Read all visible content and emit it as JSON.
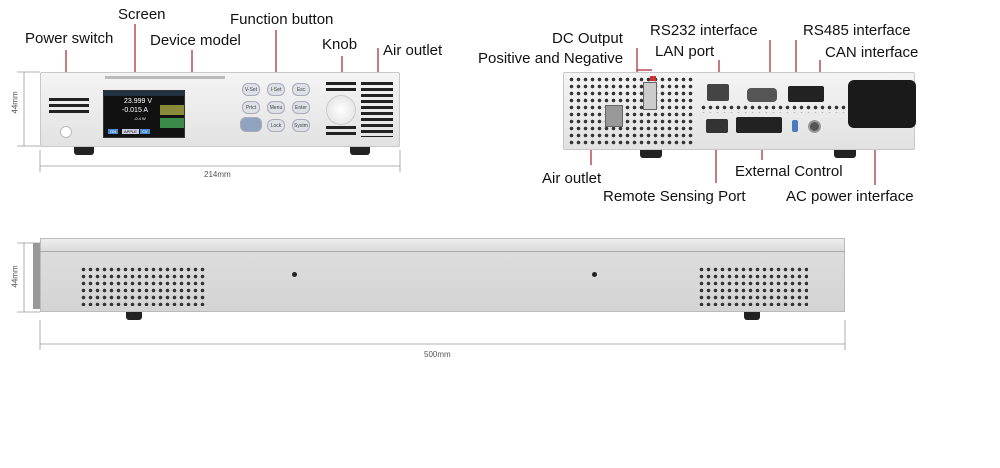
{
  "labels": {
    "power_switch": "Power switch",
    "screen": "Screen",
    "device_model": "Device model",
    "function_button": "Function button",
    "knob": "Knob",
    "air_outlet_front": "Air outlet",
    "dc_output": "DC Output",
    "positive_negative": "Positive and Negative",
    "rs232": "RS232 interface",
    "lan": "LAN port",
    "rs485": "RS485 interface",
    "can": "CAN interface",
    "air_outlet_rear": "Air outlet",
    "external_control": "External Control",
    "remote_sensing": "Remote Sensing Port",
    "ac_power": "AC power interface"
  },
  "dimensions": {
    "front_height": "44mm",
    "front_width": "214mm",
    "side_height": "44mm",
    "side_length": "500mm"
  },
  "screen": {
    "voltage": "23.999 V",
    "current": "-0.015 A",
    "power": "-0.4 W",
    "softkeys": [
      "ON",
      "APPLE",
      "CV"
    ]
  },
  "function_buttons": [
    "V-Set",
    "I-Set",
    "Esc",
    "Prtct",
    "Menu",
    "Enter",
    "",
    "Lock",
    "Systm"
  ],
  "colors": {
    "leader": "#a8323e"
  }
}
